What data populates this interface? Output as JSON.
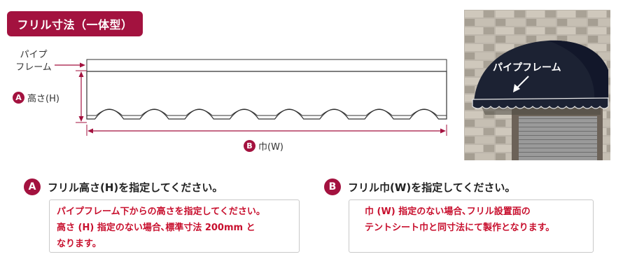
{
  "title": "フリル寸法（一体型）",
  "diagram": {
    "pipe_frame_label_line1": "パイプ",
    "pipe_frame_label_line2": "フレーム",
    "height": {
      "marker": "A",
      "label": "高さ(H)"
    },
    "width": {
      "marker": "B",
      "label": "巾(W)"
    }
  },
  "photo": {
    "label": "パイプフレーム",
    "colors": {
      "awning": "#1c2233",
      "wall": "#b8b2a8",
      "shutter": "#8e8e8e"
    }
  },
  "section_a": {
    "marker": "A",
    "heading": "フリル高さ(H)を指定してください。",
    "lines": [
      "パイプフレーム下からの高さを指定してください。",
      "高さ (H) 指定のない場合､標準寸法 200mm と",
      "なります。"
    ]
  },
  "section_b": {
    "marker": "B",
    "heading": "フリル巾(W)を指定してください。",
    "lines": [
      "巾 (W) 指定のない場合､フリル設置面の",
      "テントシート巾と同寸法にて製作となります。"
    ]
  },
  "colors": {
    "accent": "#a3123f",
    "note_text": "#c8102e"
  }
}
